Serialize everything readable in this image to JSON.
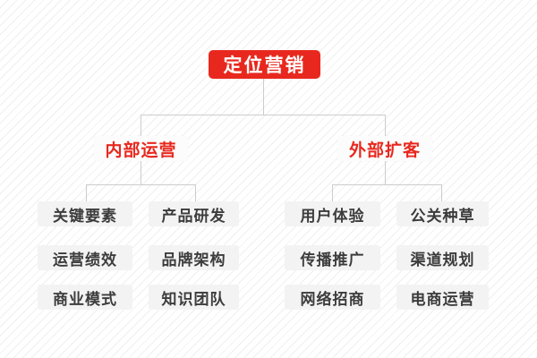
{
  "diagram": {
    "type": "mindmap-tree",
    "root": {
      "label": "定位营销"
    },
    "branches": [
      {
        "label": "内部运营",
        "children": [
          "关键要素",
          "产品研发",
          "运营绩效",
          "品牌架构",
          "商业模式",
          "知识团队"
        ]
      },
      {
        "label": "外部扩客",
        "children": [
          "用户体验",
          "公关种草",
          "传播推广",
          "渠道规划",
          "网络招商",
          "电商运营"
        ]
      }
    ],
    "colors": {
      "accent_red": "#e8281e",
      "root_text": "#ffffff",
      "branch_text": "#e8281e",
      "branch_bg": "#fcfcfc",
      "leaf_bg": "#f3f3f3",
      "leaf_text": "#3c3c3c",
      "connector_line": "#cccccc",
      "background": "#ffffff",
      "background_stripe": "#efefef"
    }
  }
}
